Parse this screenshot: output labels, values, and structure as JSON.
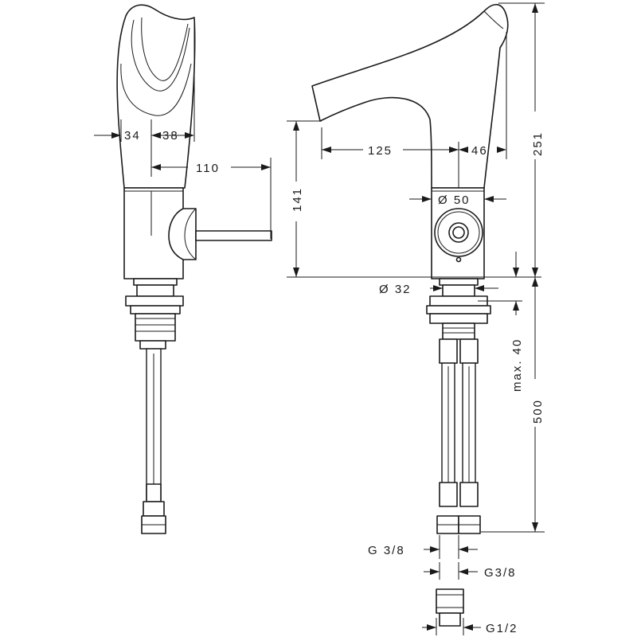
{
  "dimensions": {
    "d34": "34",
    "d38": "38",
    "d110": "110",
    "d141": "141",
    "d125": "125",
    "d46": "46",
    "d251": "251",
    "dia50": "Ø 50",
    "dia32": "Ø 32",
    "max40": "max. 40",
    "d500": "500",
    "g38a": "G 3/8",
    "g38b": "G3/8",
    "g12": "G1/2"
  },
  "colors": {
    "line": "#1a1a1a",
    "background": "#ffffff"
  }
}
